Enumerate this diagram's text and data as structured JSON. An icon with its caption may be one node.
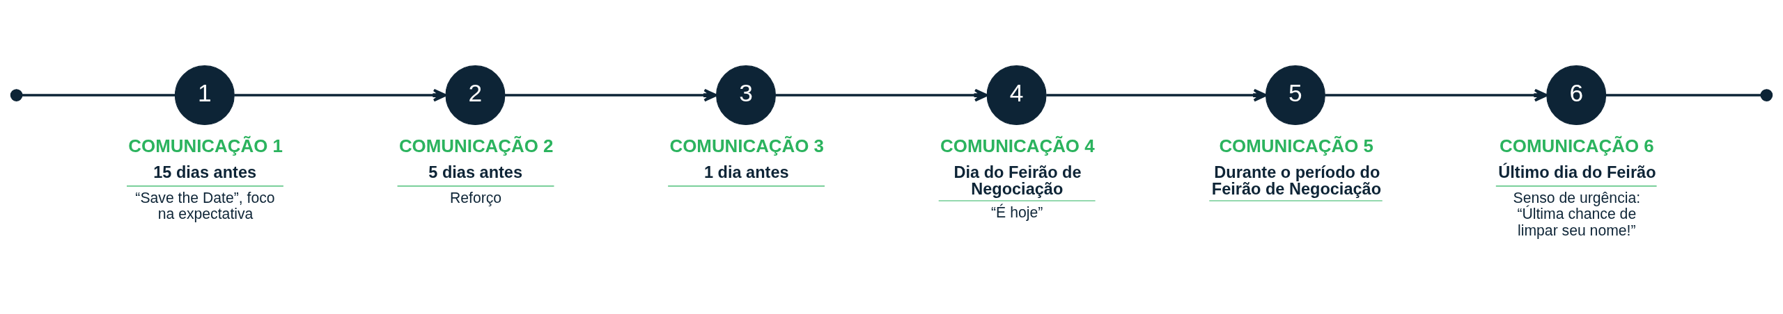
{
  "diagram": {
    "nodes": [
      {
        "text": [],
        "shape": "circle"
      },
      {
        "text": [
          "1"
        ],
        "beside": [
          "COMUNICAÇÃO 1",
          "15 dias antes",
          "“Save the Date”, foco na expectativa"
        ]
      },
      {
        "text": [
          "2"
        ],
        "beside": [
          "COMUNICAÇÃO 2",
          "5 dias antes",
          "Reforço"
        ]
      },
      {
        "text": [
          "3"
        ],
        "beside": [
          "COMUNICAÇÃO 3",
          "1 dia antes"
        ]
      },
      {
        "text": [
          "4"
        ],
        "beside": [
          "COMUNICAÇÃO 4",
          "Dia do Feirão de Negociação",
          "“É hoje”"
        ]
      },
      {
        "text": [
          "5"
        ],
        "beside": [
          "COMUNICAÇÃO 5",
          "Durante o período do Feirão de Negociação"
        ]
      },
      {
        "text": [
          "6"
        ],
        "beside": [
          "COMUNICAÇÃO 6",
          "Último dia do Feirão",
          "Senso de urgência: “Última chance de limpar seu nome!”"
        ]
      },
      {
        "text": [],
        "shape": "circle"
      }
    ],
    "edges": [
      {
        "from": 0,
        "to": 1,
        "arrow": "none"
      },
      {
        "from": 1,
        "to": 2,
        "arrow": "to"
      },
      {
        "from": 2,
        "to": 3,
        "arrow": "to"
      },
      {
        "from": 3,
        "to": 4,
        "arrow": "to"
      },
      {
        "from": 4,
        "to": 5,
        "arrow": "to"
      },
      {
        "from": 5,
        "to": 6,
        "arrow": "to"
      },
      {
        "from": 6,
        "to": 7,
        "arrow": "none"
      }
    ]
  }
}
